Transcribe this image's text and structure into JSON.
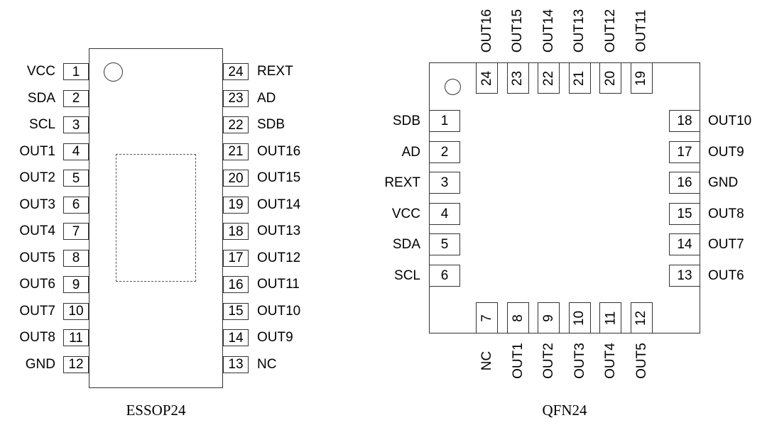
{
  "essop": {
    "caption": "ESSOP24",
    "left_pins": [
      {
        "num": "1",
        "name": "VCC"
      },
      {
        "num": "2",
        "name": "SDA"
      },
      {
        "num": "3",
        "name": "SCL"
      },
      {
        "num": "4",
        "name": "OUT1"
      },
      {
        "num": "5",
        "name": "OUT2"
      },
      {
        "num": "6",
        "name": "OUT3"
      },
      {
        "num": "7",
        "name": "OUT4"
      },
      {
        "num": "8",
        "name": "OUT5"
      },
      {
        "num": "9",
        "name": "OUT6"
      },
      {
        "num": "10",
        "name": "OUT7"
      },
      {
        "num": "11",
        "name": "OUT8"
      },
      {
        "num": "12",
        "name": "GND"
      }
    ],
    "right_pins": [
      {
        "num": "24",
        "name": "REXT"
      },
      {
        "num": "23",
        "name": "AD"
      },
      {
        "num": "22",
        "name": "SDB"
      },
      {
        "num": "21",
        "name": "OUT16"
      },
      {
        "num": "20",
        "name": "OUT15"
      },
      {
        "num": "19",
        "name": "OUT14"
      },
      {
        "num": "18",
        "name": "OUT13"
      },
      {
        "num": "17",
        "name": "OUT12"
      },
      {
        "num": "16",
        "name": "OUT11"
      },
      {
        "num": "15",
        "name": "OUT10"
      },
      {
        "num": "14",
        "name": "OUT9"
      },
      {
        "num": "13",
        "name": "NC"
      }
    ]
  },
  "qfn": {
    "caption": "QFN24",
    "left_pins": [
      {
        "num": "1",
        "name": "SDB"
      },
      {
        "num": "2",
        "name": "AD"
      },
      {
        "num": "3",
        "name": "REXT"
      },
      {
        "num": "4",
        "name": "VCC"
      },
      {
        "num": "5",
        "name": "SDA"
      },
      {
        "num": "6",
        "name": "SCL"
      }
    ],
    "bottom_pins": [
      {
        "num": "7",
        "name": "NC"
      },
      {
        "num": "8",
        "name": "OUT1"
      },
      {
        "num": "9",
        "name": "OUT2"
      },
      {
        "num": "10",
        "name": "OUT3"
      },
      {
        "num": "11",
        "name": "OUT4"
      },
      {
        "num": "12",
        "name": "OUT5"
      }
    ],
    "right_pins": [
      {
        "num": "18",
        "name": "OUT10"
      },
      {
        "num": "17",
        "name": "OUT9"
      },
      {
        "num": "16",
        "name": "GND"
      },
      {
        "num": "15",
        "name": "OUT8"
      },
      {
        "num": "14",
        "name": "OUT7"
      },
      {
        "num": "13",
        "name": "OUT6"
      }
    ],
    "top_pins": [
      {
        "num": "24",
        "name": "OUT16"
      },
      {
        "num": "23",
        "name": "OUT15"
      },
      {
        "num": "22",
        "name": "OUT14"
      },
      {
        "num": "21",
        "name": "OUT13"
      },
      {
        "num": "20",
        "name": "OUT12"
      },
      {
        "num": "19",
        "name": "OUT11"
      }
    ]
  }
}
